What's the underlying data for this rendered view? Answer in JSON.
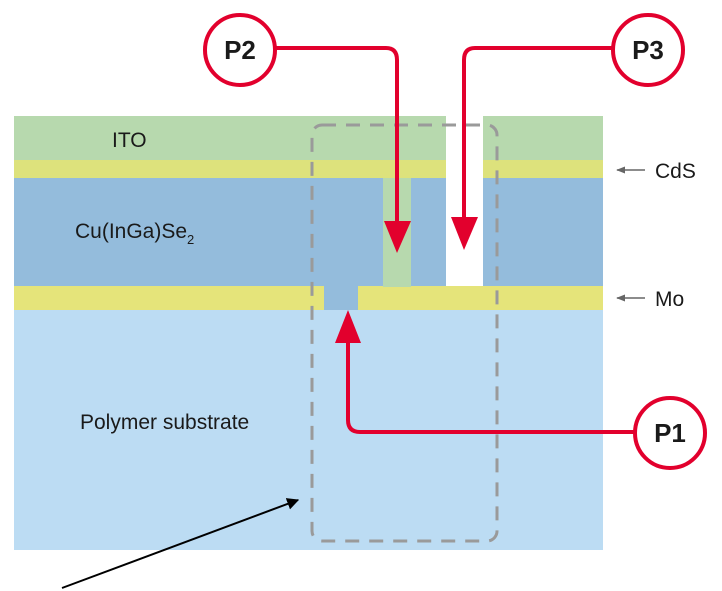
{
  "layers": {
    "ito": "ITO",
    "cigs": "Cu(InGa)Se",
    "cigs_sub": "2",
    "substrate": "Polymer substrate",
    "cds": "CdS",
    "mo": "Mo"
  },
  "scribes": {
    "p1": "P1",
    "p2": "P2",
    "p3": "P3"
  },
  "colors": {
    "ito": "#b7d9ae",
    "cds": "#dde27c",
    "cigs": "#94bcdc",
    "mo": "#e5e47a",
    "substrate": "#bcdcf3",
    "arrow": "#e2002d",
    "dash": "#9a9a9a"
  }
}
